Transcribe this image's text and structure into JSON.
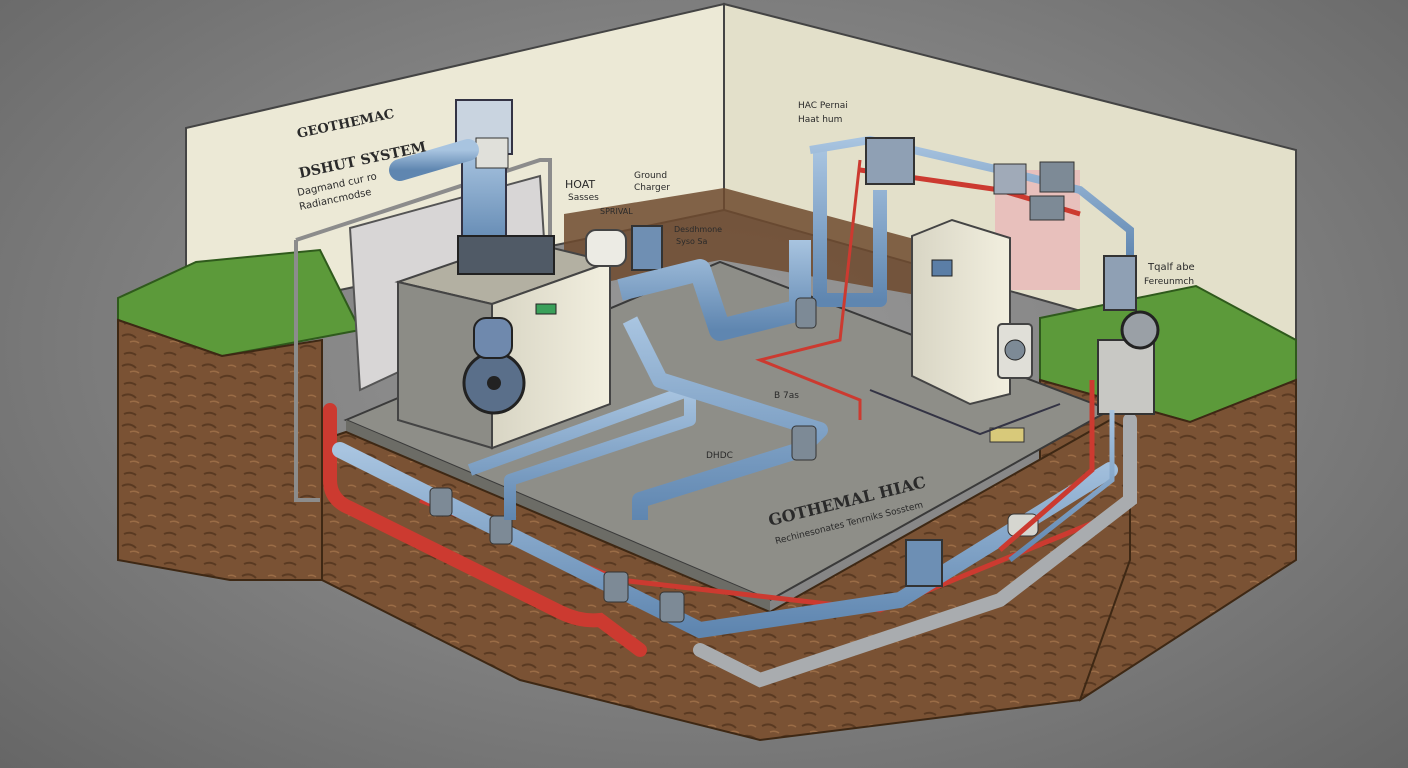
{
  "diagram": {
    "wall_title": [
      "GEOTHEMAC",
      "DSHUT SYSTEM"
    ],
    "wall_subtitle": "Dagmand cur ro",
    "wall_subtitle2": "Radiancmodse",
    "label_hoat": "HOAT",
    "label_sasses": "Sasses",
    "label_ground": "Ground",
    "label_charger": "Charger",
    "label_sprival": "SPRIVAL",
    "label_desdhmone": "Desdhmone",
    "label_syso_sa": "Syso Sa",
    "label_hac_panel": [
      "HAC Pernai",
      "Haat hum"
    ],
    "label_right": [
      "Tqalf abe",
      "Fereunmch"
    ],
    "label_b7as": "B 7as",
    "label_dhdc": "DHDC",
    "floor_title": "GOTHEMAL HIAC",
    "floor_subtitle": "Rechinesonates Tenrniks Sosstem"
  },
  "colors": {
    "pipe_blue": "#7fa3c9",
    "pipe_red": "#cc3a30",
    "pipe_gray": "#a9acaf",
    "grass": "#5c9a3a",
    "soil": "#7a5234",
    "slab": "#8e8e88",
    "wall": "#ece9d6"
  }
}
